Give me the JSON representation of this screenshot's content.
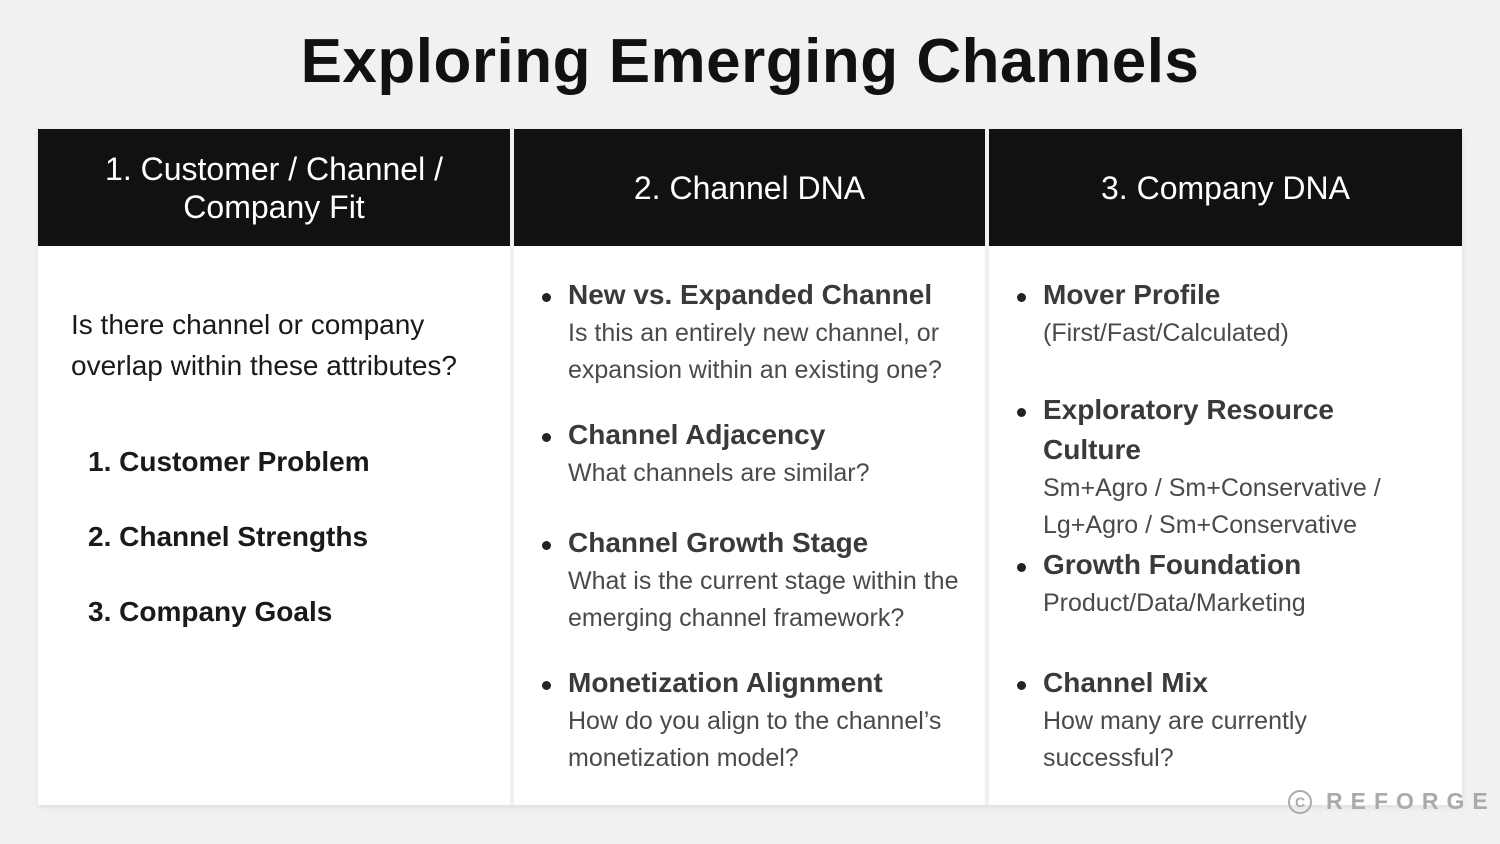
{
  "title": "Exploring Emerging Channels",
  "columns": [
    {
      "heading": "1. Customer / Channel / Company Fit",
      "question": "Is there channel or company overlap within these attributes?",
      "items": [
        "1. Customer Problem",
        "2. Channel Strengths",
        "3. Company Goals"
      ]
    },
    {
      "heading": "2. Channel DNA",
      "bullets": [
        {
          "title": "New vs. Expanded Channel",
          "desc": "Is this an entirely new channel, or expansion within an existing one?"
        },
        {
          "title": "Channel Adjacency",
          "desc": "What channels are similar?"
        },
        {
          "title": "Channel Growth Stage",
          "desc": "What is the current stage within the emerging channel framework?"
        },
        {
          "title": "Monetization Alignment",
          "desc": "How do you align to the channel’s monetization model?"
        }
      ]
    },
    {
      "heading": "3. Company DNA",
      "bullets": [
        {
          "title": "Mover Profile",
          "desc": "(First/Fast/Calculated)"
        },
        {
          "title": "Exploratory Resource Culture",
          "desc": "Sm+Agro / Sm+Conservative / Lg+Agro / Sm+Conservative"
        },
        {
          "title": "Growth Foundation",
          "desc": "Product/Data/Marketing"
        },
        {
          "title": "Channel Mix",
          "desc": "How many are currently successful?"
        }
      ]
    }
  ],
  "watermark": {
    "symbol": "C",
    "text": "REFORGE"
  }
}
